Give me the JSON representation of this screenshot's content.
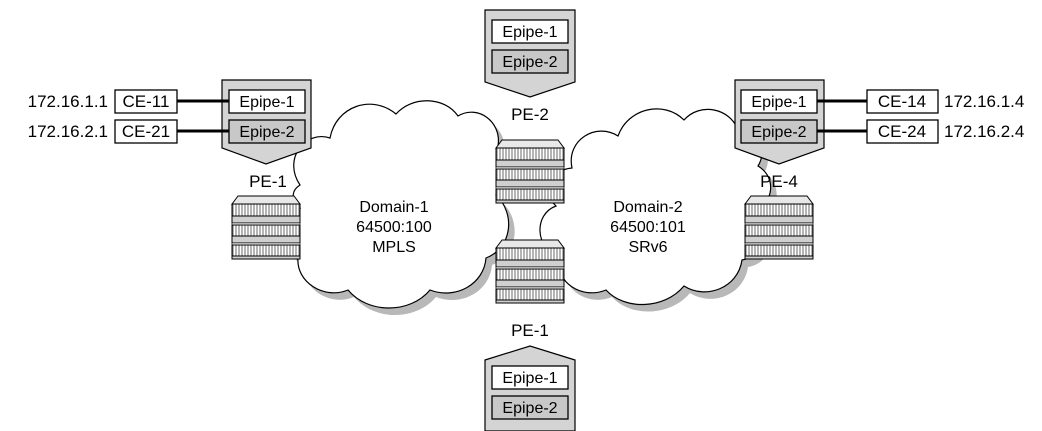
{
  "domains": [
    {
      "name": "Domain-1",
      "asn": "64500:100",
      "transport": "MPLS"
    },
    {
      "name": "Domain-2",
      "asn": "64500:101",
      "transport": "SRv6"
    }
  ],
  "routers": {
    "pe1_left": "PE-1",
    "pe2_top": "PE-2",
    "pe1_bottom": "PE-1",
    "pe4_right": "PE-4"
  },
  "epipes": {
    "epipe1": "Epipe-1",
    "epipe2": "Epipe-2"
  },
  "ces": {
    "ce11": {
      "name": "CE-11",
      "ip": "172.16.1.1"
    },
    "ce21": {
      "name": "CE-21",
      "ip": "172.16.2.1"
    },
    "ce14": {
      "name": "CE-14",
      "ip": "172.16.1.4"
    },
    "ce24": {
      "name": "CE-24",
      "ip": "172.16.2.4"
    }
  },
  "colors": {
    "epipe1_fill": "#ffffff",
    "epipe2_fill": "#c8c8c8",
    "panel_fill": "#d4d4d4",
    "router_fill": "#d0d0d0",
    "cloud_shadow": "#b8b8b8",
    "outline": "#000000"
  }
}
